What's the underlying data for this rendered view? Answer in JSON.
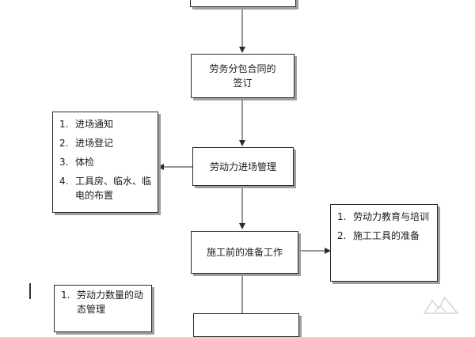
{
  "flow": {
    "step_top_label": "",
    "step_contract": [
      "劳务分包合同的",
      "签订"
    ],
    "step_entry": "劳动力进场管理",
    "step_prep": "施工前的准备工作",
    "step_bottom_label": ""
  },
  "left_list_1": {
    "items": [
      {
        "num": "1.",
        "text": "进场通知"
      },
      {
        "num": "2.",
        "text": "进场登记"
      },
      {
        "num": "3.",
        "text": "体检"
      },
      {
        "num": "4.",
        "text": "工具房、临水、临电的布置"
      }
    ]
  },
  "right_list": {
    "items": [
      {
        "num": "1.",
        "text": "劳动力教育与培训"
      },
      {
        "num": "2.",
        "text": "施工工具的准备"
      }
    ]
  },
  "left_list_2": {
    "items": [
      {
        "num": "1.",
        "text": "劳动力数量的动态管理"
      }
    ]
  },
  "colors": {
    "line": "#2b2b2b",
    "shadow": "#9e9e9e",
    "background": "#ffffff"
  }
}
